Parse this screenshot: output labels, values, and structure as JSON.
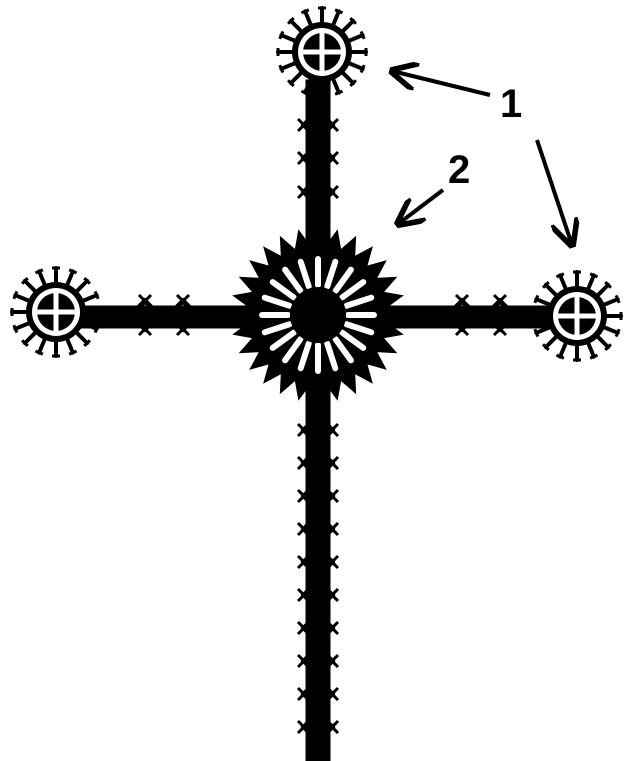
{
  "figure": {
    "ink_color": "#000000",
    "background_color": "#ffffff",
    "parts": [
      {
        "id": "terminal-rosette",
        "icon": "small-sun-rosette-icon",
        "count": 3
      },
      {
        "id": "central-rosette",
        "icon": "large-sun-rosette-icon",
        "count": 1
      }
    ]
  },
  "labels": {
    "label_1": "1",
    "label_2": "2"
  }
}
